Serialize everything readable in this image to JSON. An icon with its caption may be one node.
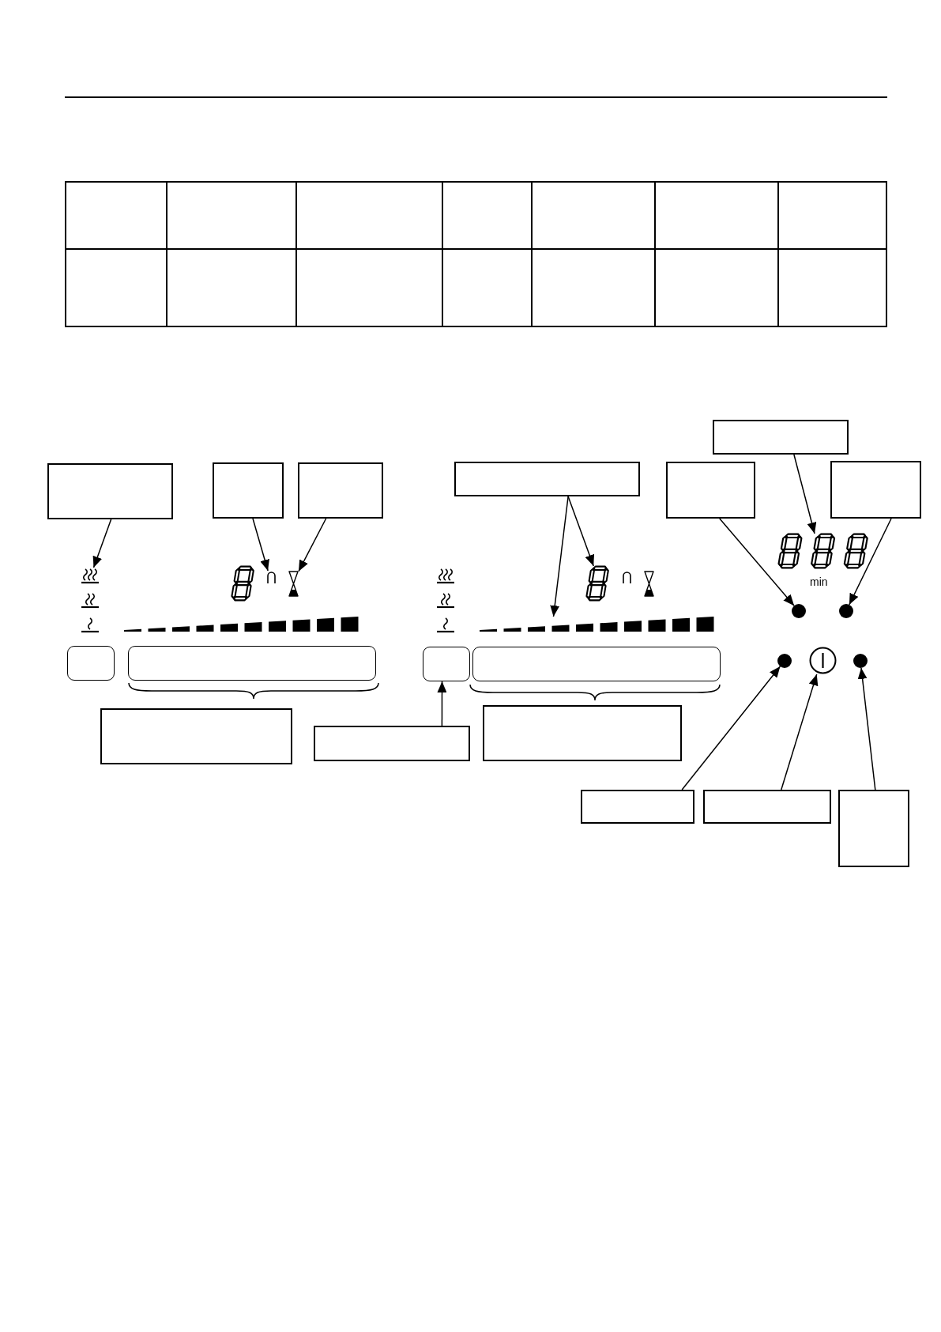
{
  "diagram": {
    "nodes": [
      {
        "text": [],
        "shape": "box"
      },
      {
        "text": [],
        "shape": "box"
      },
      {
        "text": [],
        "shape": "box"
      },
      {
        "text": [],
        "shape": "box"
      },
      {
        "text": [],
        "shape": "box"
      },
      {
        "text": [],
        "shape": "box"
      },
      {
        "text": [],
        "shape": "box"
      },
      {
        "text": [],
        "shape": "picture"
      },
      {
        "text": [],
        "shape": "picture"
      },
      {
        "text": [],
        "shape": "picture"
      },
      {
        "text": [],
        "shape": "picture"
      },
      {
        "text": [],
        "shape": "picture"
      },
      {
        "text": [],
        "shape": "circle"
      },
      {
        "text": [],
        "shape": "circle"
      },
      {
        "text": [],
        "shape": "bar"
      },
      {
        "text": [],
        "shape": "bar"
      },
      {
        "text": [],
        "shape": "box"
      },
      {
        "text": [],
        "shape": "circle"
      },
      {
        "text": [],
        "shape": "picture"
      },
      {
        "text": [],
        "shape": "circle"
      },
      {
        "text": [],
        "shape": "box"
      },
      {
        "text": [],
        "shape": "box"
      },
      {
        "text": [],
        "shape": "box"
      },
      {
        "text": [],
        "shape": "box"
      },
      {
        "text": [],
        "shape": "box"
      },
      {
        "text": [],
        "shape": "box"
      }
    ],
    "edges": [
      {
        "from": 0,
        "to": 7,
        "arrow": "to"
      },
      {
        "from": 1,
        "to": 8,
        "arrow": "to"
      },
      {
        "from": 2,
        "to": 9,
        "arrow": "to"
      },
      {
        "from": 3,
        "to": 10,
        "arrow": "to"
      },
      {
        "from": 4,
        "to": 15,
        "arrow": "to"
      },
      {
        "from": 4,
        "to": 11,
        "arrow": "to"
      },
      {
        "from": 5,
        "to": 12,
        "arrow": "to"
      },
      {
        "from": 6,
        "to": 13,
        "arrow": "to"
      },
      {
        "from": 21,
        "to": 16,
        "arrow": "to"
      },
      {
        "from": 23,
        "to": 17,
        "arrow": "to"
      },
      {
        "from": 24,
        "to": 18,
        "arrow": "to"
      },
      {
        "from": 25,
        "to": 19,
        "arrow": "to"
      }
    ],
    "labels": [
      "min"
    ]
  }
}
